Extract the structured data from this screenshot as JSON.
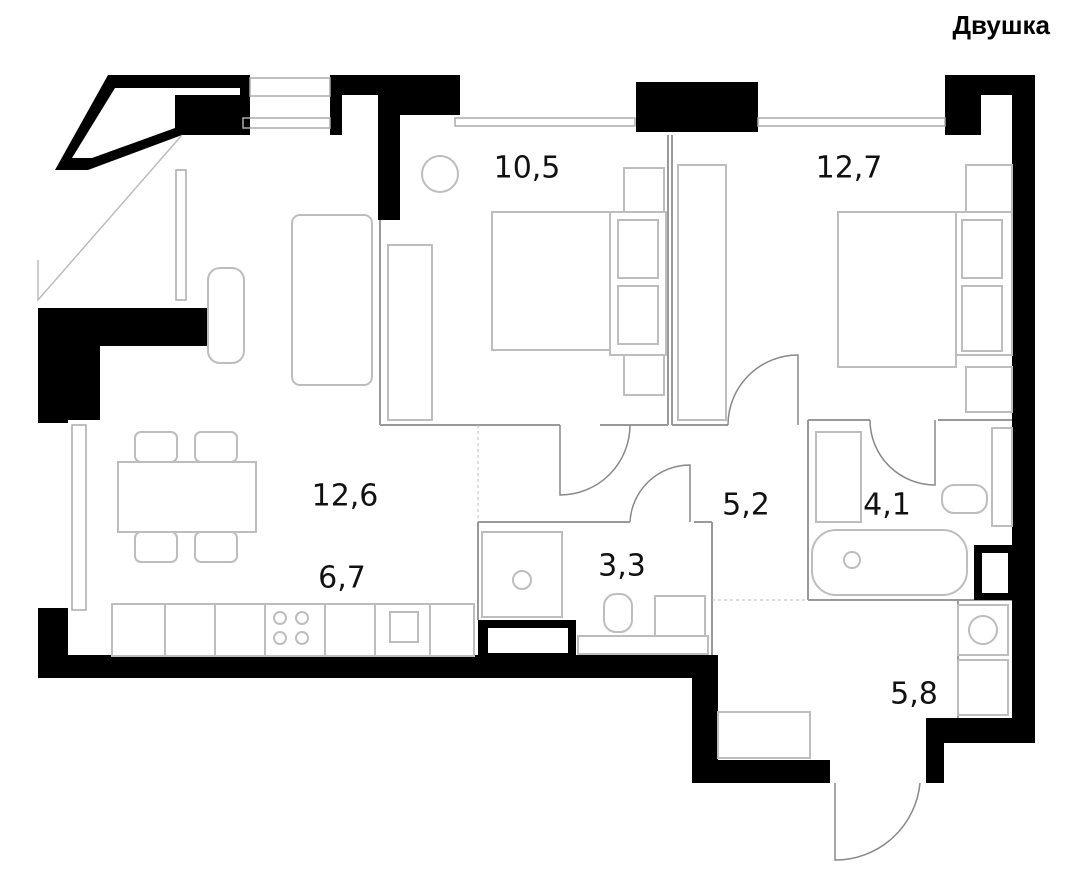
{
  "title": "Двушка",
  "colors": {
    "wall": "#000000",
    "fixture": "#bdbdbd",
    "background": "#ffffff"
  },
  "rooms": [
    {
      "id": "living-kitchen",
      "area": "12,6"
    },
    {
      "id": "kitchen-zone",
      "area": "6,7"
    },
    {
      "id": "bedroom-1",
      "area": "10,5"
    },
    {
      "id": "bedroom-2",
      "area": "12,7"
    },
    {
      "id": "hallway",
      "area": "5,2"
    },
    {
      "id": "bathroom-1",
      "area": "3,3"
    },
    {
      "id": "bathroom-2",
      "area": "4,1"
    },
    {
      "id": "entrance-hall",
      "area": "5,8"
    }
  ]
}
